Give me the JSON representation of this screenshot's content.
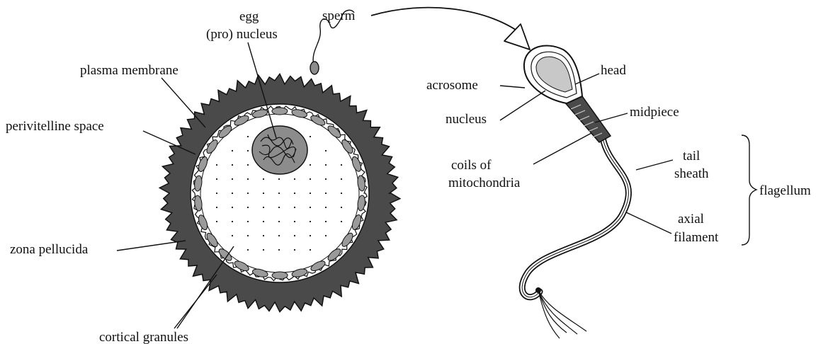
{
  "egg_labels": {
    "egg_line1": "egg",
    "egg_line2": "(pro) nucleus",
    "plasma_membrane": "plasma membrane",
    "perivitelline_space": "perivitelline space",
    "zona_pellucida": "zona pellucida",
    "cortical_granules": "cortical granules"
  },
  "sperm_labels": {
    "sperm": "sperm",
    "head": "head",
    "acrosome": "acrosome",
    "nucleus": "nucleus",
    "midpiece": "midpiece",
    "coils_line1": "coils of",
    "coils_line2": "mitochondria",
    "tail_line1": "tail",
    "tail_line2": "sheath",
    "flagellum": "flagellum",
    "axial_line1": "axial",
    "axial_line2": "filament"
  },
  "colors": {
    "ink": "#111111",
    "zona": "#4a4a4a",
    "granule": "#9a9a9a",
    "nucleus_fill": "#8c8c8c",
    "sperm_head_fill": "#c8c8c8"
  }
}
